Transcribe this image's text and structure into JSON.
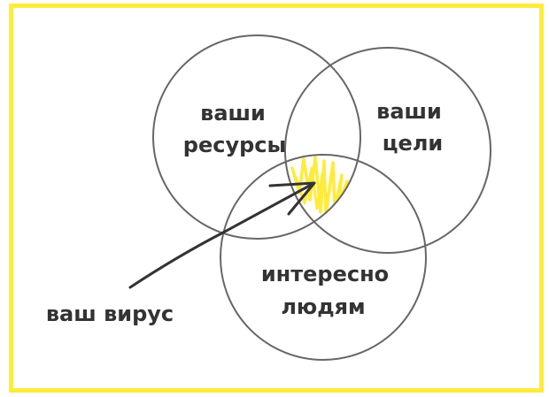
{
  "diagram": {
    "type": "venn",
    "frame_color": "#ffeb3b",
    "circle_stroke": "#666666",
    "highlight_color": "#ffeb3b",
    "arrow_color": "#333333",
    "sets": [
      {
        "id": "resources",
        "line1": "ваши",
        "line2": "ресурсы"
      },
      {
        "id": "goals",
        "line1": "ваши",
        "line2": "цели"
      },
      {
        "id": "interesting",
        "line1": "интересно",
        "line2": "людям"
      }
    ],
    "callout": {
      "label": "ваш вирус",
      "points_to": "intersection of all three sets"
    }
  }
}
